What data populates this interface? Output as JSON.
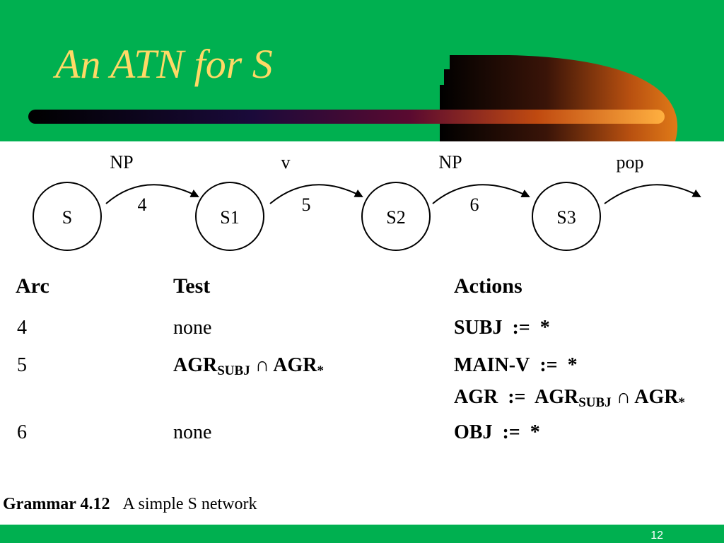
{
  "slide": {
    "title": "An ATN for S",
    "page_number": "12",
    "colors": {
      "background_band": "#00b050",
      "title": "#ffd966",
      "page_number": "#ffffff"
    }
  },
  "network": {
    "states": [
      "S",
      "S1",
      "S2",
      "S3"
    ],
    "arcs": [
      {
        "category": "NP",
        "number": "4",
        "from": "S",
        "to": "S1"
      },
      {
        "category": "v",
        "number": "5",
        "from": "S1",
        "to": "S2"
      },
      {
        "category": "NP",
        "number": "6",
        "from": "S2",
        "to": "S3"
      },
      {
        "category": "pop",
        "number": "",
        "from": "S3",
        "to": ""
      }
    ]
  },
  "table": {
    "headers": {
      "arc": "Arc",
      "test": "Test",
      "actions": "Actions"
    },
    "rows": [
      {
        "arc": "4",
        "test_text": "none",
        "actions": [
          {
            "lhs": "SUBJ",
            "op": ":=",
            "rhs": "*"
          }
        ]
      },
      {
        "arc": "5",
        "test_parts": {
          "agr": "AGR",
          "sub": "SUBJ",
          "cap": "∩",
          "agr2": "AGR",
          "star": "*"
        },
        "actions": [
          {
            "lhs": "MAIN-V",
            "op": ":=",
            "rhs": "*"
          },
          {
            "lhs": "AGR",
            "op": ":=",
            "rhs_agr": "AGR",
            "rhs_sub": "SUBJ",
            "rhs_cap": "∩",
            "rhs_agr2": "AGR",
            "rhs_star": "*"
          }
        ]
      },
      {
        "arc": "6",
        "test_text": "none",
        "actions": [
          {
            "lhs": "OBJ",
            "op": ":=",
            "rhs": "*"
          }
        ]
      }
    ]
  },
  "caption": {
    "label": "Grammar 4.12",
    "text": "A simple S network"
  }
}
